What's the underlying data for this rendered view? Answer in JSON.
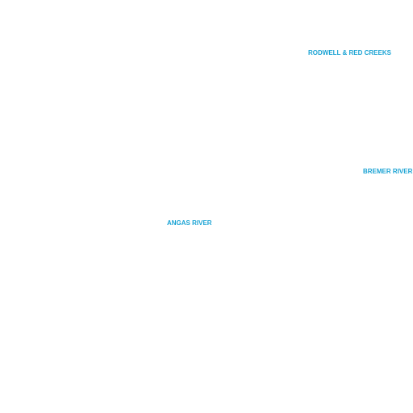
{
  "map": {
    "label_color": "#1aa3d4",
    "labels": [
      {
        "id": "rodwell",
        "text": "RODWELL & RED CREEKS",
        "feature": "river"
      },
      {
        "id": "bremer",
        "text": "BREMER RIVER",
        "feature": "river"
      },
      {
        "id": "angas",
        "text": "ANGAS RIVER",
        "feature": "river"
      }
    ]
  }
}
